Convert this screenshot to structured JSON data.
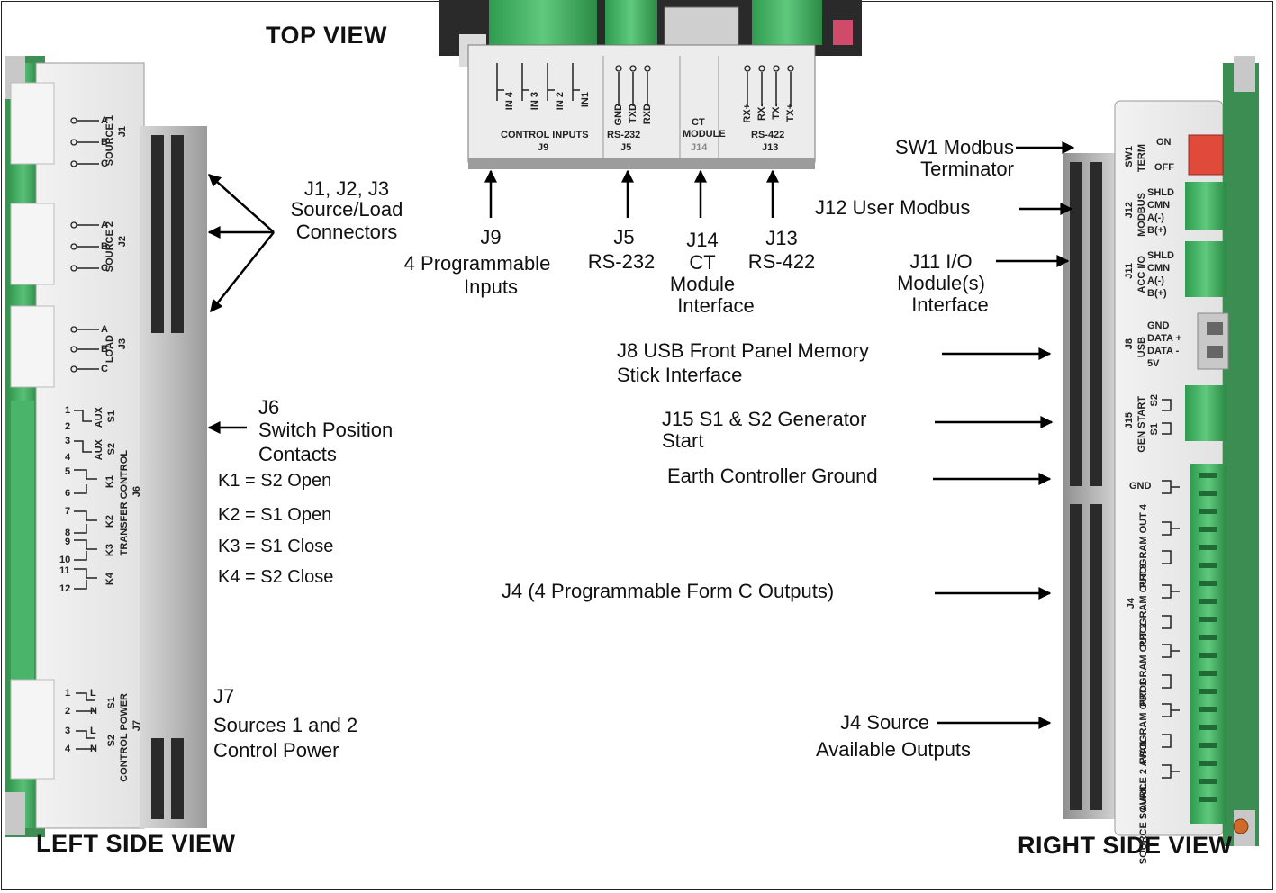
{
  "titles": {
    "top_view": "TOP VIEW",
    "left_side_view": "LEFT SIDE VIEW",
    "right_side_view": "RIGHT SIDE VIEW"
  },
  "left_callouts": {
    "j1_j2_j3": [
      "J1, J2, J3",
      "Source/Load",
      "Connectors"
    ],
    "j6": [
      "J6",
      "Switch Position",
      "Contacts"
    ],
    "k1": "K1 = S2 Open",
    "k2": "K2 = S1 Open",
    "k3": "K3 = S1 Close",
    "k4": "K4 = S2 Close",
    "j7": [
      "J7",
      "Sources 1 and 2",
      "Control Power"
    ]
  },
  "top_callouts": {
    "j9": [
      "J9",
      "4 Programmable",
      "Inputs"
    ],
    "j5": [
      "J5",
      "RS-232"
    ],
    "j14": [
      "J14",
      "CT",
      "Module",
      "Interface"
    ],
    "j13": [
      "J13",
      "RS-422"
    ]
  },
  "right_callouts": {
    "sw1": [
      "SW1 Modbus",
      "Terminator"
    ],
    "j12": "J12 User Modbus",
    "j11": [
      "J11 I/O",
      "Module(s)",
      "Interface"
    ],
    "j8": [
      "J8 USB Front Panel Memory",
      "Stick Interface"
    ],
    "j15": [
      "J15 S1 & S2 Generator",
      "Start"
    ],
    "earth": "Earth Controller Ground",
    "j4_programmable": "J4 (4 Programmable Form C Outputs)",
    "j4_source": [
      "J4 Source",
      "Available Outputs"
    ]
  },
  "device_labels": {
    "top": {
      "control_inputs": "CONTROL INPUTS",
      "j9": "J9",
      "rs232": "RS-232",
      "j5": "J5",
      "ct_module": [
        "CT",
        "MODULE"
      ],
      "j14": "J14",
      "rs422": "RS-422",
      "j13": "J13",
      "in_labels": [
        "IN 4",
        "IN 3",
        "IN 2",
        "IN1"
      ],
      "rs232_pins": [
        "GND",
        "TXD",
        "RXD"
      ],
      "rs422_pins": [
        "RX+",
        "RX-",
        "TX-",
        "TX+"
      ]
    },
    "left": {
      "j1": [
        "J1",
        "SOURCE 1"
      ],
      "j2": [
        "J2",
        "SOURCE 2"
      ],
      "j3": [
        "J3",
        "LOAD"
      ],
      "abc": [
        "A",
        "B",
        "C"
      ],
      "j6": [
        "J6",
        "TRANSFER CONTROL"
      ],
      "s1_aux": [
        "S1",
        "AUX"
      ],
      "s2_aux": [
        "S2",
        "AUX"
      ],
      "k_labels": [
        "K1",
        "K2",
        "K3",
        "K4"
      ],
      "j6_pins": [
        "1",
        "2",
        "3",
        "4",
        "5",
        "6",
        "7",
        "8",
        "9",
        "10",
        "11",
        "12"
      ],
      "j7": [
        "J7",
        "CONTROL POWER"
      ],
      "j7_s": [
        "S1",
        "S2"
      ],
      "j7_pins": [
        "1",
        "2",
        "3",
        "4"
      ],
      "j7_ln": [
        "L",
        "N",
        "L",
        "N"
      ]
    },
    "right": {
      "sw1": [
        "SW1",
        "TERM"
      ],
      "on": "ON",
      "off": "OFF",
      "j12": [
        "J12",
        "MODBUS"
      ],
      "j12_pins": [
        "SHLD",
        "CMN",
        "A(-)",
        "B(+)"
      ],
      "j11": [
        "J11",
        "ACC I/O"
      ],
      "j11_pins": [
        "SHLD",
        "CMN",
        "A(-)",
        "B(+)"
      ],
      "j8": [
        "J8",
        "USB"
      ],
      "j8_pins": [
        "GND",
        "DATA +",
        "DATA -",
        "5V"
      ],
      "j15": [
        "J15",
        "GEN START"
      ],
      "j15_s": [
        "S2",
        "S1"
      ],
      "gnd": "GND",
      "j4": "J4",
      "program_outs": [
        "PROGRAM OUT 4",
        "PROGRAM OUT 3",
        "PROGRAM OUT 2",
        "PROGRAM OUT 1"
      ],
      "source_avail": [
        "SOURCE 2 AVAIL",
        "SOURCE 1 AVAIL"
      ]
    }
  }
}
